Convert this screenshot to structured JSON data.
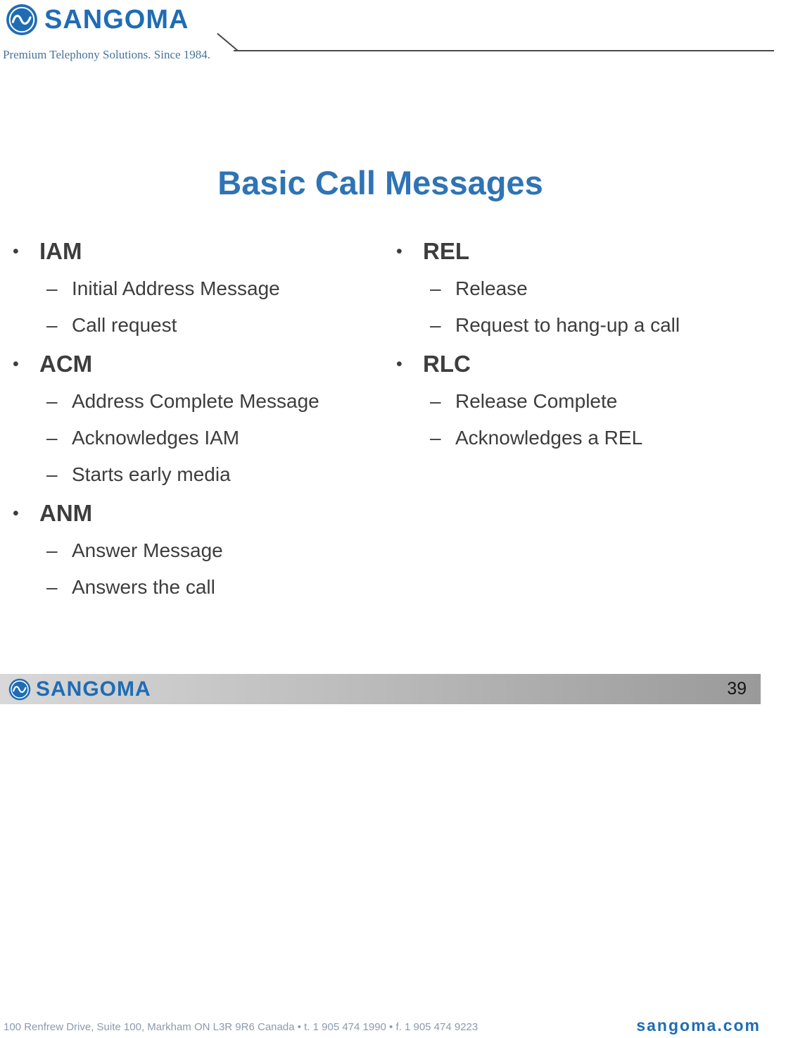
{
  "brand": {
    "name": "SANGOMA",
    "tagline": "Premium Telephony Solutions. Since 1984."
  },
  "slide": {
    "title": "Basic Call Messages",
    "bullet_char": "•",
    "dash_char": "–",
    "page_number": "39",
    "columns": [
      {
        "items": [
          {
            "label": "IAM",
            "subitems": [
              "Initial Address Message",
              "Call request"
            ]
          },
          {
            "label": "ACM",
            "subitems": [
              "Address Complete Message",
              "Acknowledges IAM",
              "Starts early media"
            ]
          },
          {
            "label": "ANM",
            "subitems": [
              "Answer Message",
              "Answers the call"
            ]
          }
        ]
      },
      {
        "items": [
          {
            "label": "REL",
            "subitems": [
              "Release",
              "Request to hang-up a call"
            ]
          },
          {
            "label": "RLC",
            "subitems": [
              "Release Complete",
              "Acknowledges a REL"
            ]
          }
        ]
      }
    ]
  },
  "footer": {
    "address": "100 Renfrew Drive, Suite 100, Markham ON L3R 9R6 Canada  •  t. 1 905 474 1990  •  f. 1 905 474 9223",
    "website": "sangoma.com"
  },
  "colors": {
    "brand_blue": "#1f6cb5",
    "title_blue": "#2e74b5",
    "body_text": "#3d3d3d",
    "tagline_blue": "#47729c",
    "footer_bar_gray": "#bdbdbd",
    "address_gray_blue": "#8b9ab0"
  }
}
